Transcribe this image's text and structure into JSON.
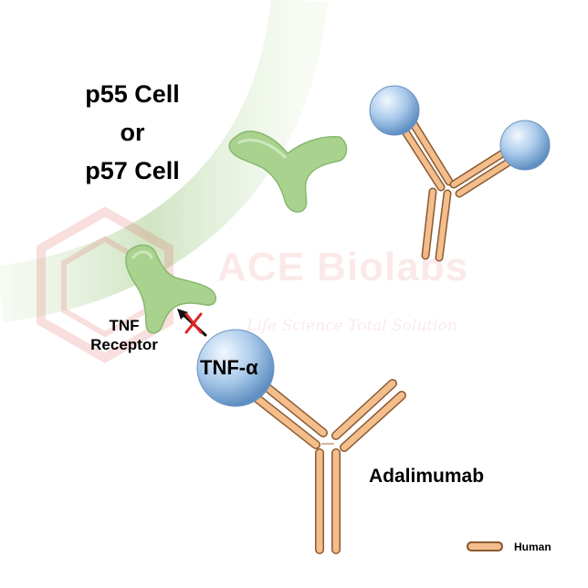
{
  "cell": {
    "line1": "p55 Cell",
    "line2": "or",
    "line3": "p57 Cell"
  },
  "receptor_label": [
    "TNF",
    "Receptor"
  ],
  "ligand_label": "TNF-α",
  "drug_label": "Adalimumab",
  "legend": {
    "label": "Human"
  },
  "watermark": {
    "name": "ACE Biolabs",
    "tagline": "Life Science Total Solution"
  },
  "colors": {
    "membrane": "#c9e0b9",
    "receptor_fill": "#a8d08e",
    "receptor_stroke": "#7fae66",
    "antibody_fill": "#f4be8c",
    "antibody_stroke": "#8a5a32",
    "sphere_light": "#dcecfa",
    "sphere_dark": "#6f9fcf",
    "block_mark": "#e02424"
  }
}
